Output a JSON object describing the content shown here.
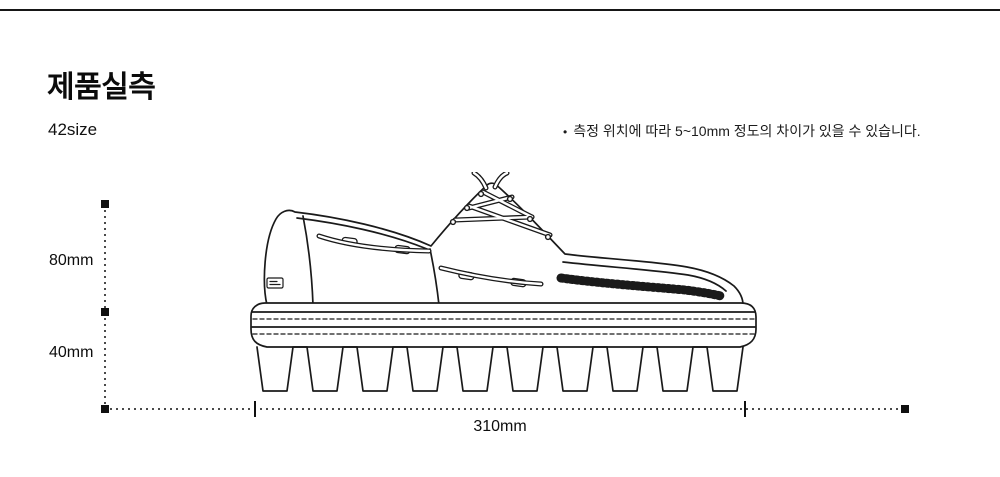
{
  "page": {
    "title": "제품실측",
    "size_label": "42size",
    "note_bullet": "•",
    "note": "측정 위치에 따라 5~10mm 정도의 차이가 있을 수 있습니다."
  },
  "measurements": {
    "upper_height": "80mm",
    "sole_height": "40mm",
    "length": "310mm"
  },
  "illustration": {
    "name": "boat-shoe-side-view-line-drawing"
  },
  "colors": {
    "line": "#1a1a1a",
    "text": "#111111",
    "background": "#ffffff"
  }
}
